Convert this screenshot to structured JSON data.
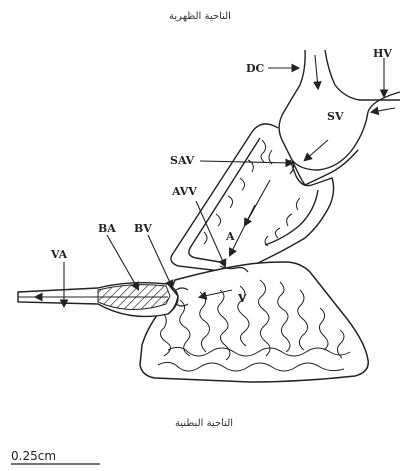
{
  "top_caption": "الناحية الظهرية",
  "bottom_caption": "الناحية البطنية",
  "scale_bar": "0.25cm",
  "labels": {
    "dc": "DC",
    "hv": "HV",
    "sv": "SV",
    "sav": "SAV",
    "avv": "AVV",
    "a": "A",
    "v": "V",
    "va": "VA",
    "ba": "BA",
    "bv": "BV"
  },
  "colors": {
    "ink": "#222222",
    "paper": "#ffffff"
  }
}
